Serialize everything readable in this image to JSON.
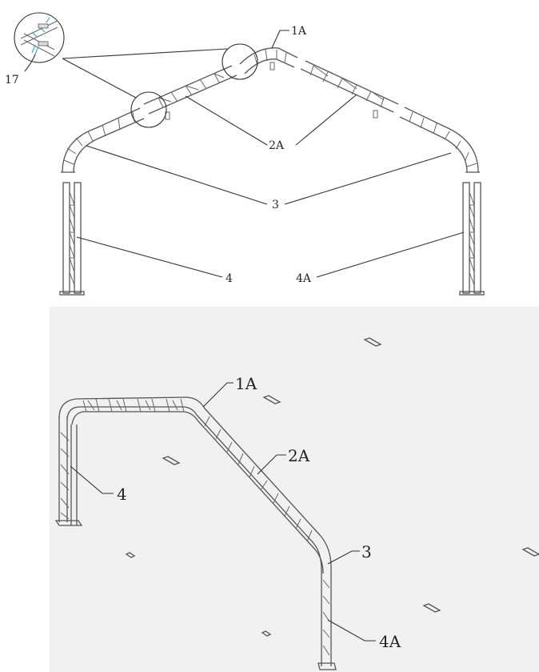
{
  "top_diagram": {
    "callouts": {
      "c1A": "1A",
      "c17": "17",
      "c2A": "2A",
      "c3": "3",
      "c4": "4",
      "c4A": "4A"
    },
    "detail_accent_color": "#3fb6c4"
  },
  "bottom_diagram": {
    "callouts": {
      "c1A": "1A",
      "c2A": "2A",
      "c4": "4",
      "c3": "3",
      "c4A": "4A"
    },
    "panel_color": "#f1f1f1"
  }
}
